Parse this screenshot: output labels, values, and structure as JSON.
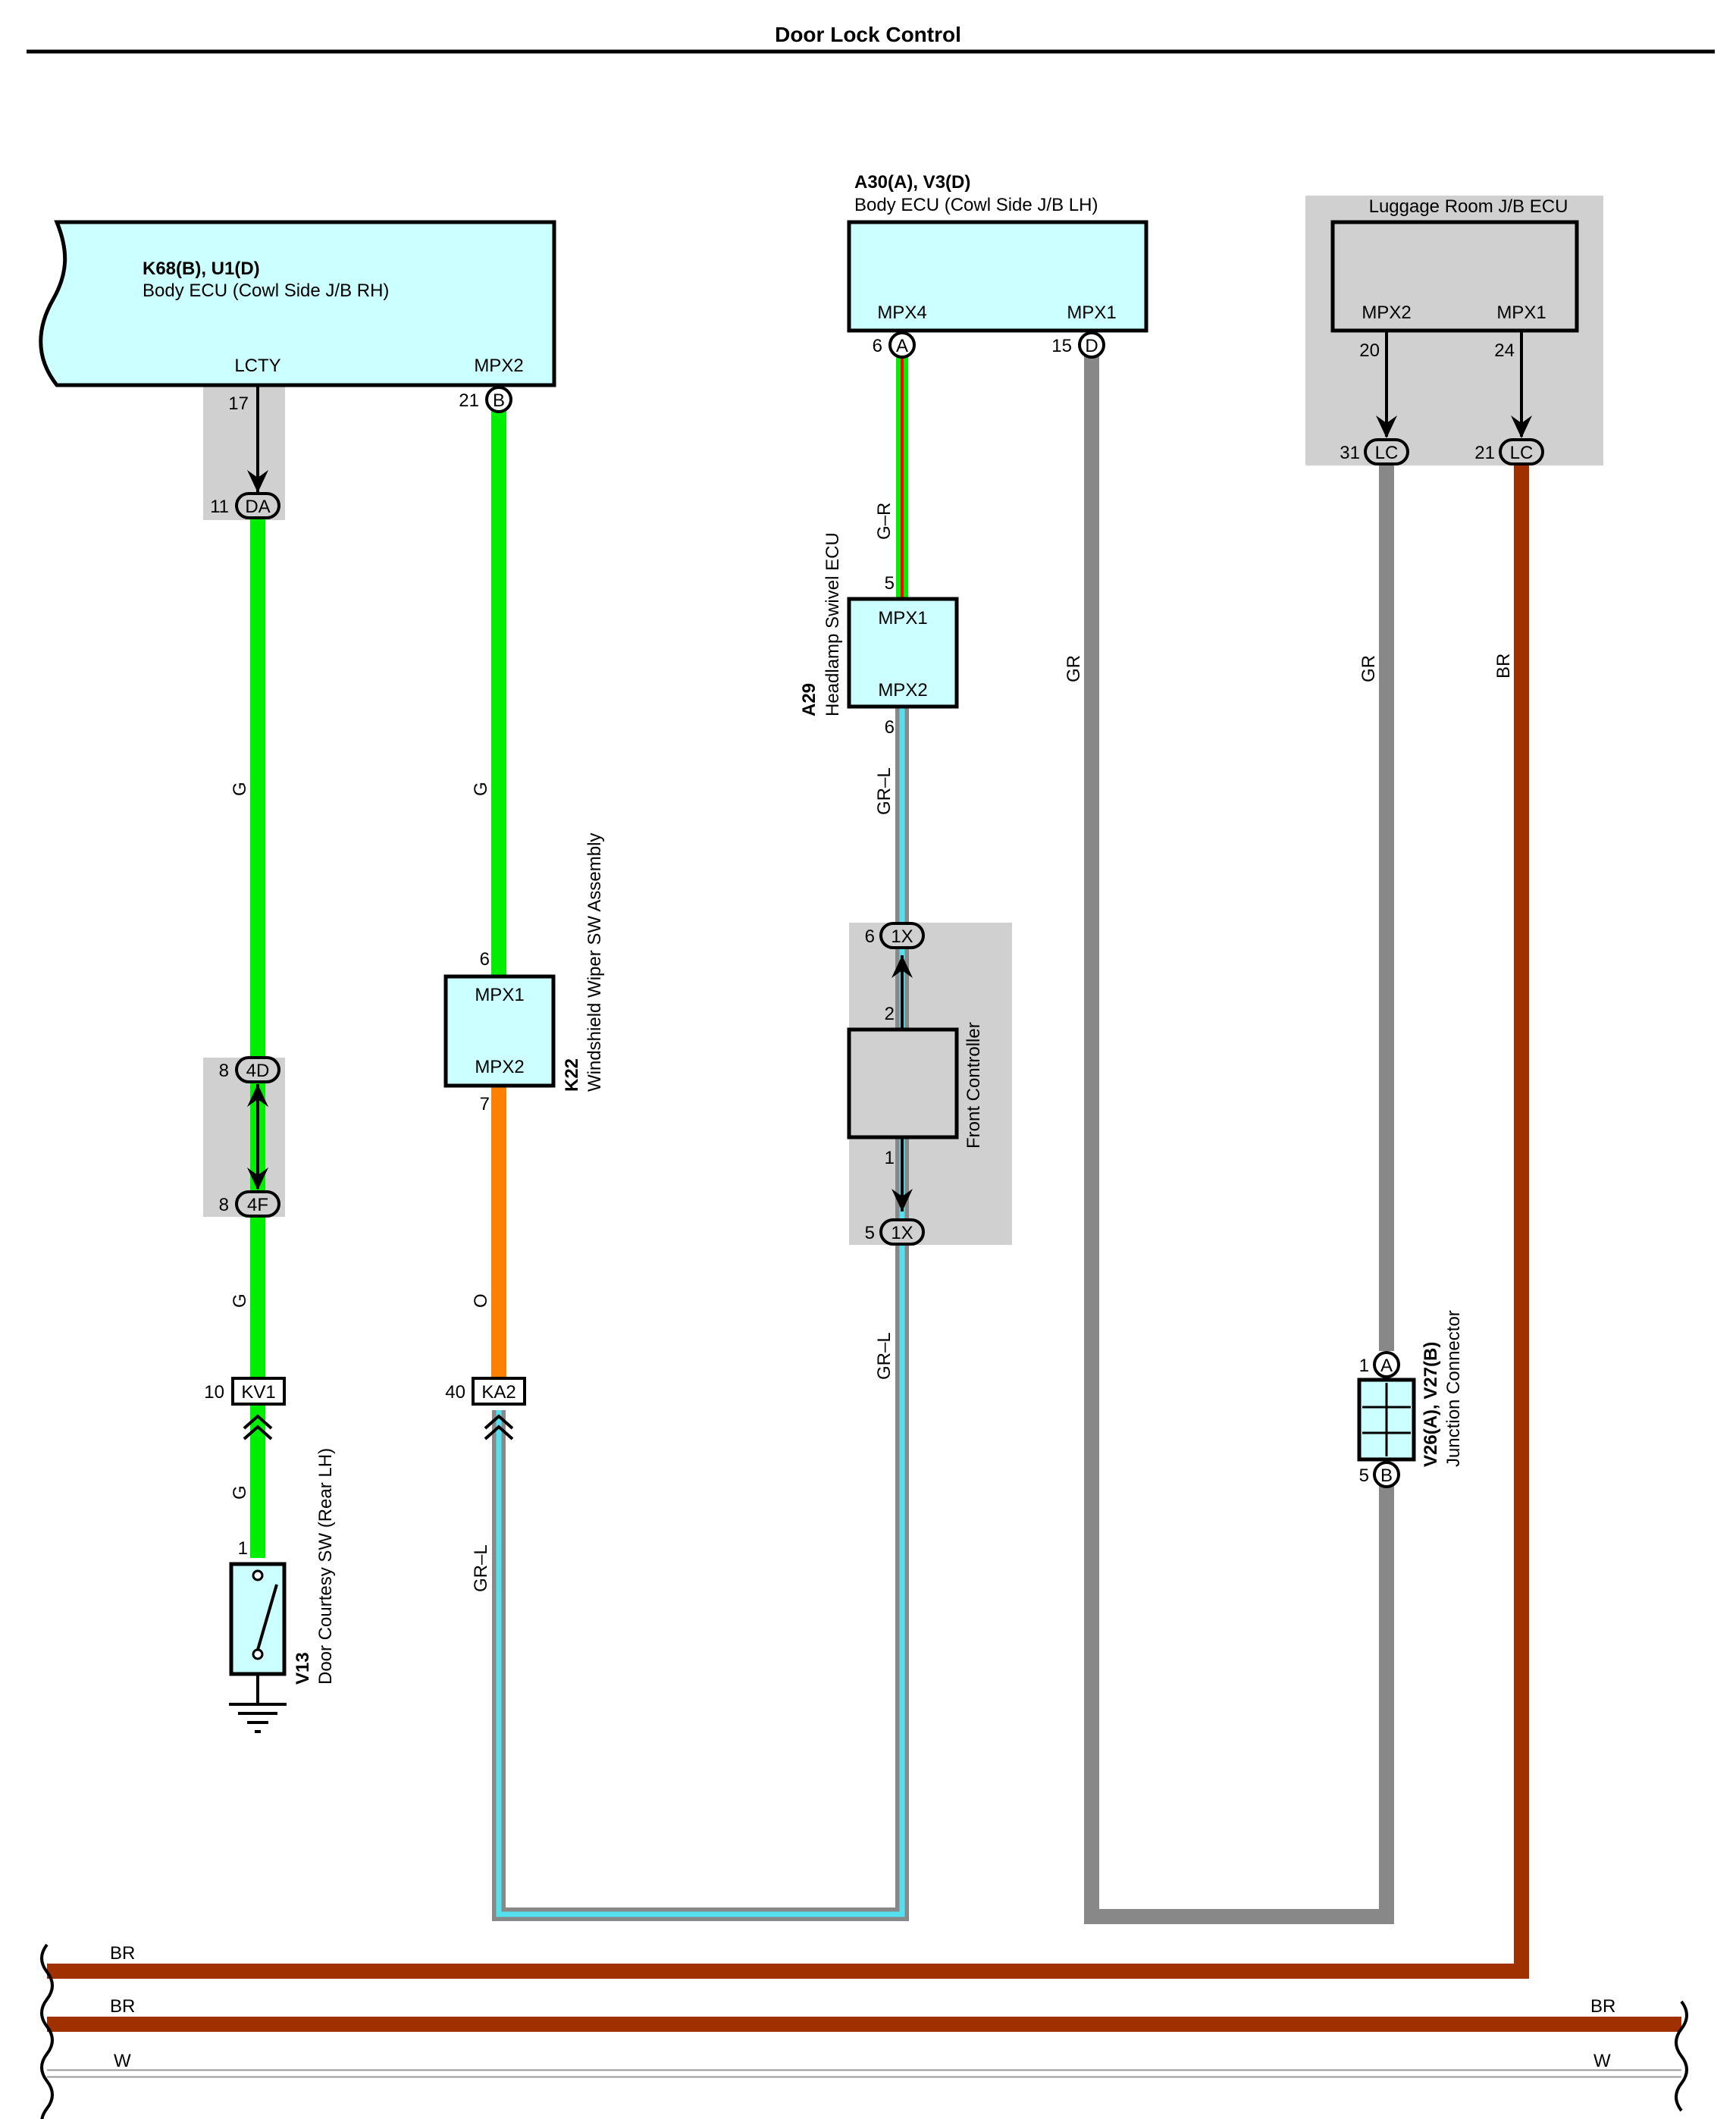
{
  "title": "Door Lock Control",
  "components": {
    "body_ecu_rh": {
      "code": "K68(B), U1(D)",
      "name": "Body ECU (Cowl Side J/B RH)",
      "pin_lcty": "LCTY",
      "pin_mpx2": "MPX2"
    },
    "body_ecu_lh": {
      "code": "A30(A), V3(D)",
      "name": "Body ECU (Cowl Side J/B LH)",
      "pin_mpx4": "MPX4",
      "pin_mpx1": "MPX1"
    },
    "luggage_ecu": {
      "name": "Luggage Room J/B ECU",
      "pin_mpx2": "MPX2",
      "pin_mpx1": "MPX1"
    },
    "headlamp_ecu": {
      "code": "A29",
      "name": "Headlamp Swivel ECU",
      "pin_mpx1": "MPX1",
      "pin_mpx2": "MPX2"
    },
    "wiper_sw": {
      "code": "K22",
      "name": "Windshield Wiper SW Assembly",
      "pin_mpx1": "MPX1",
      "pin_mpx2": "MPX2"
    },
    "front_controller": {
      "name": "Front Controller"
    },
    "door_sw": {
      "code": "V13",
      "name": "Door Courtesy SW (Rear LH)"
    },
    "junction": {
      "code": "V26(A), V27(B)",
      "name": "Junction Connector"
    }
  },
  "connectors": {
    "b": "B",
    "da": "DA",
    "d4": "4D",
    "f4": "4F",
    "kv1": "KV1",
    "ka2": "KA2",
    "a": "A",
    "d": "D",
    "x1a": "1X",
    "x1b": "1X",
    "lc1": "LC",
    "lc2": "LC",
    "ja": "A",
    "jb": "B"
  },
  "pins": {
    "p17": "17",
    "p11": "11",
    "p21b": "21",
    "p8a": "8",
    "p8b": "8",
    "p10": "10",
    "p1sw": "1",
    "p6w": "6",
    "p7w": "7",
    "p40": "40",
    "p6a": "6",
    "p15": "15",
    "p5h": "5",
    "p6h": "6",
    "p6x": "6",
    "p2fc": "2",
    "p1fc": "1",
    "p5x": "5",
    "p20": "20",
    "p24": "24",
    "p31": "31",
    "p21lc": "21",
    "p1j": "1",
    "p5j": "5"
  },
  "wires": {
    "g1": "G",
    "g2": "G",
    "g3": "G",
    "g4": "G",
    "o": "O",
    "grl1": "GR–L",
    "gr_r": "G–R",
    "grl2": "GR–L",
    "grl3": "GR–L",
    "gr1": "GR",
    "gr2": "GR",
    "br1": "BR",
    "bus_br1": "BR",
    "bus_br2a": "BR",
    "bus_br2b": "BR",
    "bus_w_a": "W",
    "bus_w_b": "W"
  },
  "colors": {
    "green": "#00ee00",
    "orange": "#ff8000",
    "gray": "#888888",
    "light_blue": "#55e0f0",
    "brown": "#a03000",
    "red": "#ff0000",
    "ecu_fill": "#ccffff",
    "shade": "#d0d0d0"
  }
}
